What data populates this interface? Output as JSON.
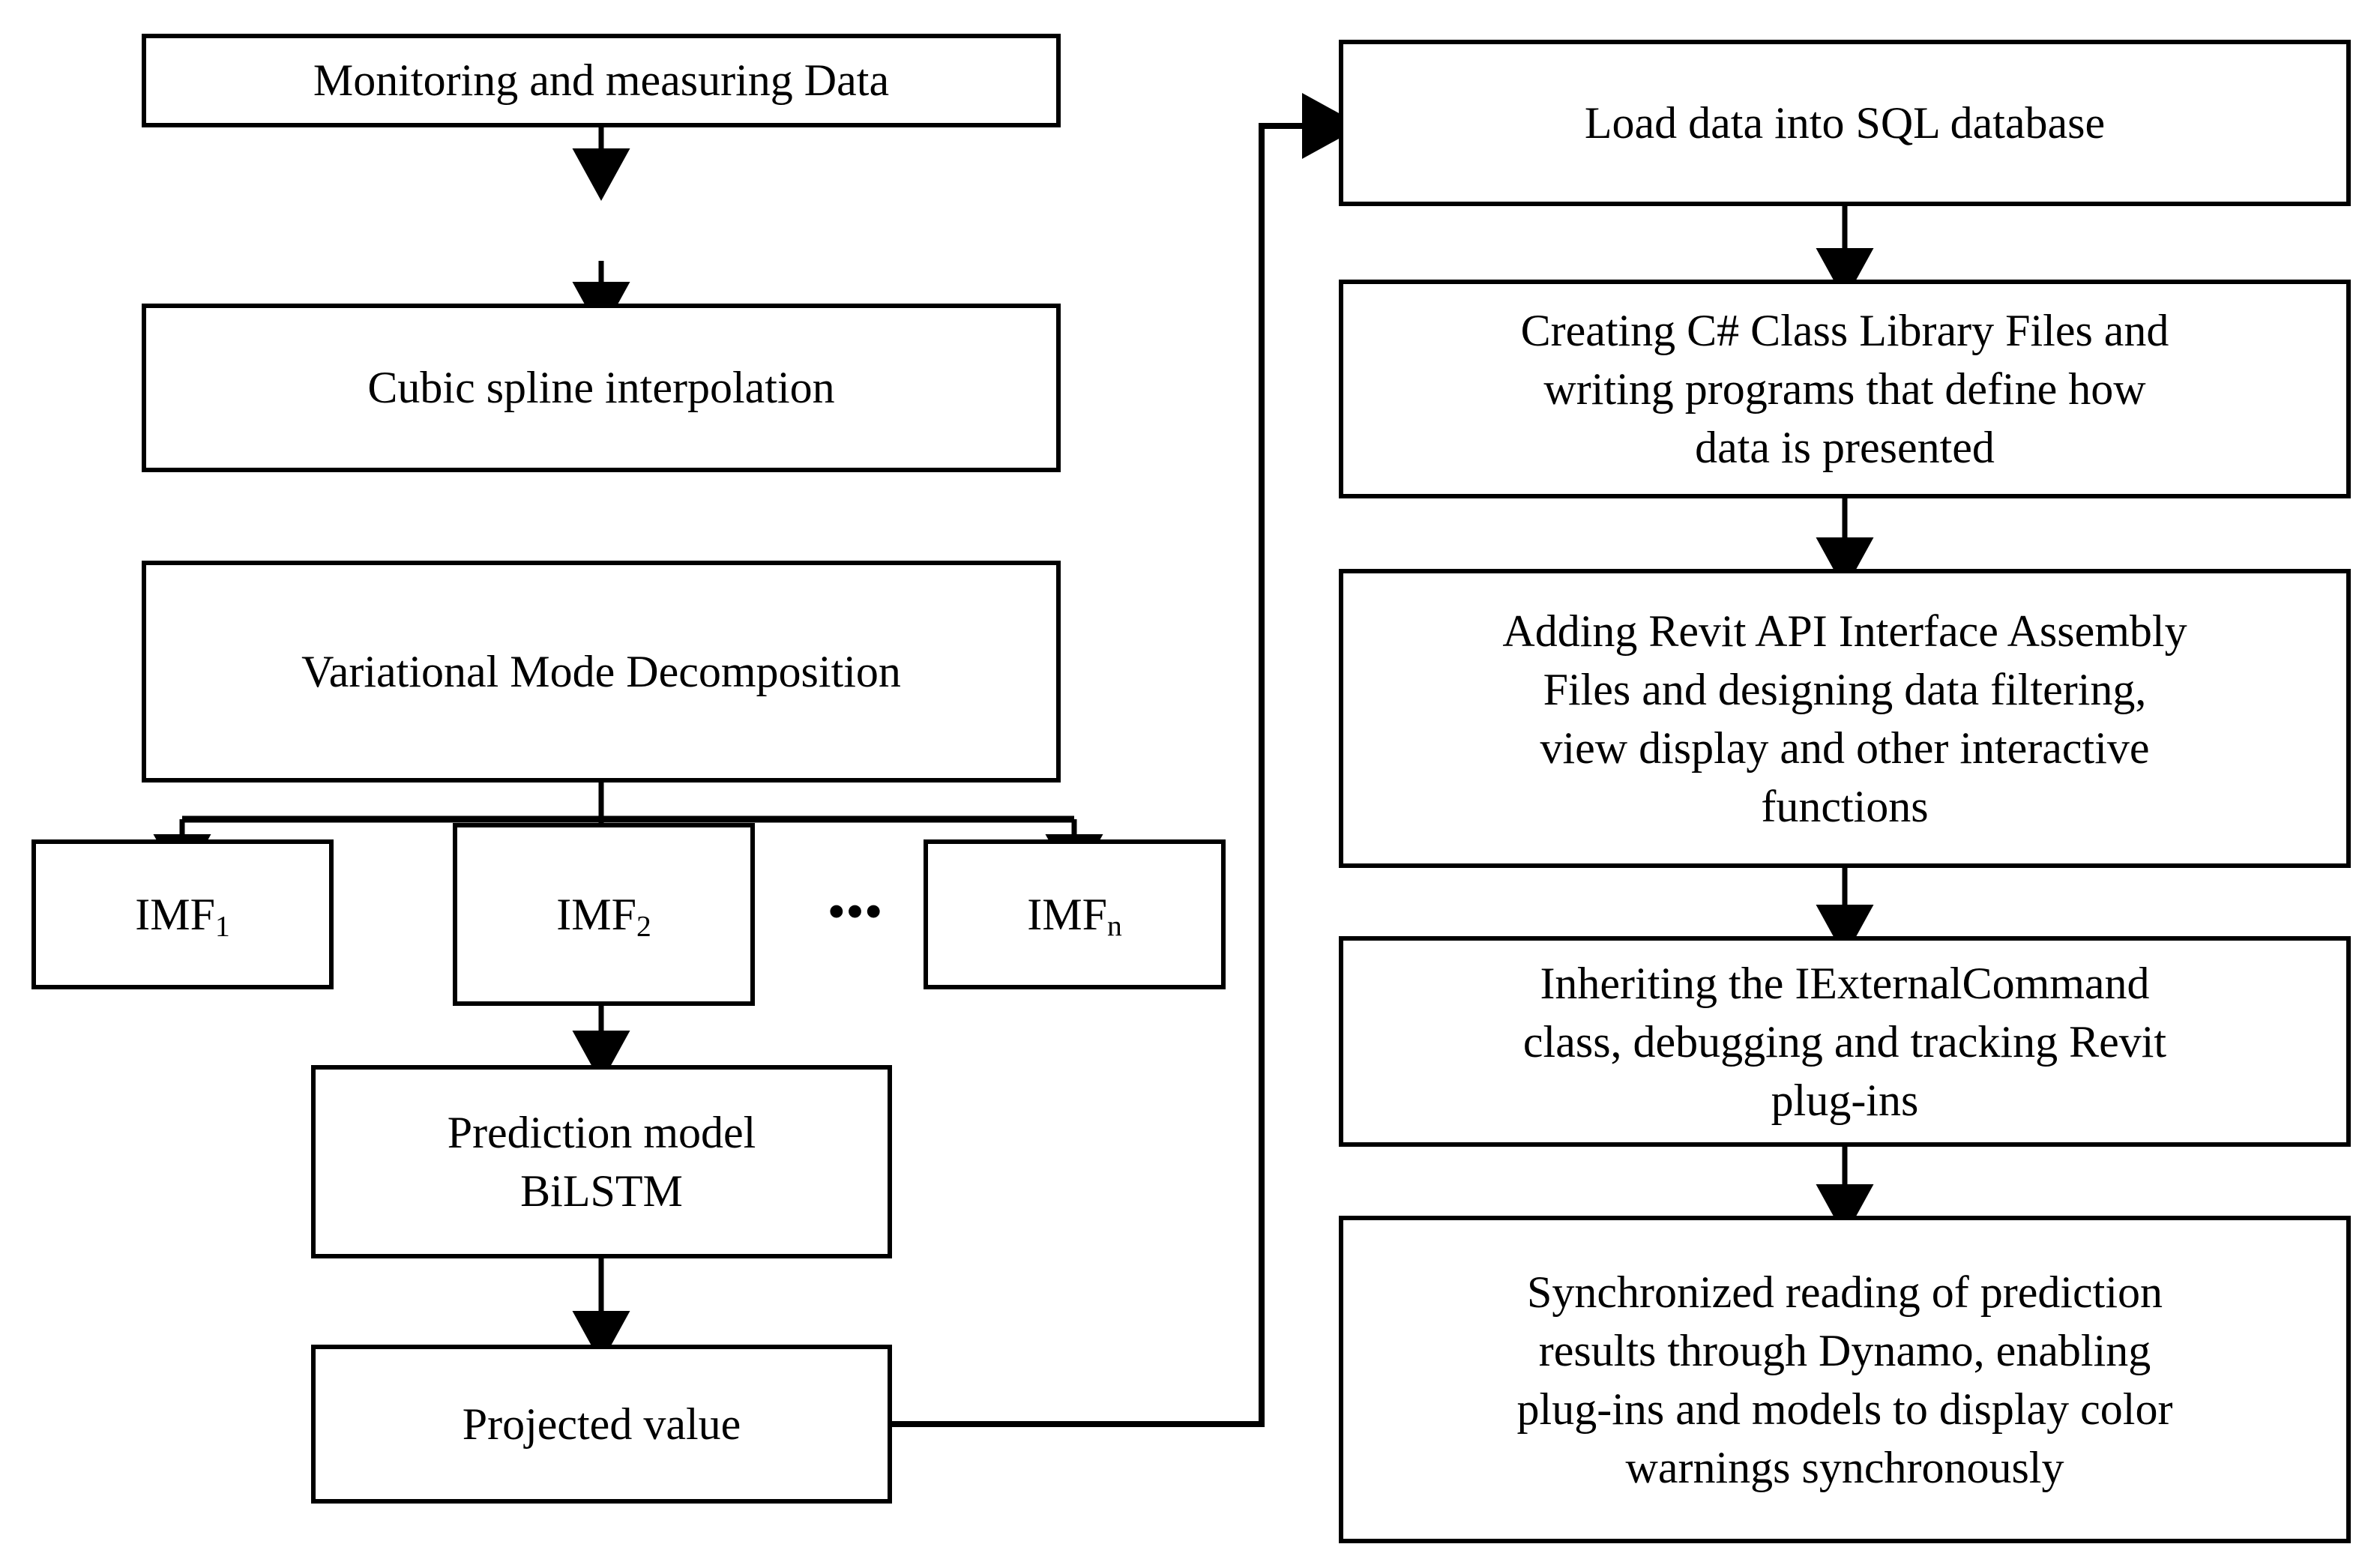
{
  "diagram": {
    "type": "flowchart",
    "background_color": "#ffffff",
    "stroke_color": "#000000",
    "text_color": "#000000",
    "left_column": {
      "nodes": [
        {
          "id": "monitoring",
          "label": "Monitoring and measuring Data"
        },
        {
          "id": "cubic-spline",
          "label": "Cubic spline interpolation"
        },
        {
          "id": "vmd",
          "label": "Variational Mode Decomposition"
        }
      ],
      "imf_nodes": [
        {
          "id": "imf-1",
          "base": "IMF",
          "subscript": "1"
        },
        {
          "id": "imf-2",
          "base": "IMF",
          "subscript": "2"
        },
        {
          "id": "imf-n",
          "base": "IMF",
          "subscript": "n"
        }
      ],
      "imf_ellipsis": "•••",
      "bottom_nodes": [
        {
          "id": "prediction-model",
          "line1": "Prediction model",
          "line2": "BiLSTM"
        },
        {
          "id": "projected-value",
          "label": "Projected value"
        }
      ]
    },
    "right_column": {
      "nodes": [
        {
          "id": "load-sql",
          "lines": [
            "Load data into SQL database"
          ]
        },
        {
          "id": "create-csharp",
          "lines": [
            "Creating C# Class Library Files and",
            "writing programs that define how",
            "data is presented"
          ]
        },
        {
          "id": "revit-api",
          "lines": [
            "Adding Revit API Interface Assembly",
            "Files and designing data filtering,",
            "view display and other interactive",
            "functions"
          ]
        },
        {
          "id": "iexternalcommand",
          "lines": [
            "Inheriting the IExternalCommand",
            "class, debugging and tracking Revit",
            "plug-ins"
          ]
        },
        {
          "id": "dynamo-sync",
          "lines": [
            "Synchronized reading of prediction",
            "results through Dynamo, enabling",
            "plug-ins and models to display color",
            "warnings synchronously"
          ]
        }
      ]
    },
    "connectors": [
      {
        "id": "monitoring-to-cubic",
        "from": "monitoring",
        "to": "cubic-spline",
        "style": "arrow-down"
      },
      {
        "id": "cubic-to-vmd",
        "from": "cubic-spline",
        "to": "vmd",
        "style": "arrow-down"
      },
      {
        "id": "vmd-to-imf1",
        "from": "vmd",
        "to": "imf-1",
        "style": "branch-arrow-down"
      },
      {
        "id": "vmd-to-imf2",
        "from": "vmd",
        "to": "imf-2",
        "style": "branch-arrow-down"
      },
      {
        "id": "vmd-to-imfn",
        "from": "vmd",
        "to": "imf-n",
        "style": "branch-arrow-down"
      },
      {
        "id": "imf2-to-prediction",
        "from": "imf-2",
        "to": "prediction-model",
        "style": "arrow-down"
      },
      {
        "id": "prediction-to-projected",
        "from": "prediction-model",
        "to": "projected-value",
        "style": "arrow-down"
      },
      {
        "id": "projected-to-loadsql",
        "from": "projected-value",
        "to": "load-sql",
        "style": "elbow-arrow-right"
      },
      {
        "id": "loadsql-to-csharp",
        "from": "load-sql",
        "to": "create-csharp",
        "style": "arrow-down"
      },
      {
        "id": "csharp-to-revit",
        "from": "create-csharp",
        "to": "revit-api",
        "style": "arrow-down"
      },
      {
        "id": "revit-to-iexternal",
        "from": "revit-api",
        "to": "iexternalcommand",
        "style": "arrow-down"
      },
      {
        "id": "iexternal-to-dynamo",
        "from": "iexternalcommand",
        "to": "dynamo-sync",
        "style": "arrow-down"
      }
    ]
  }
}
